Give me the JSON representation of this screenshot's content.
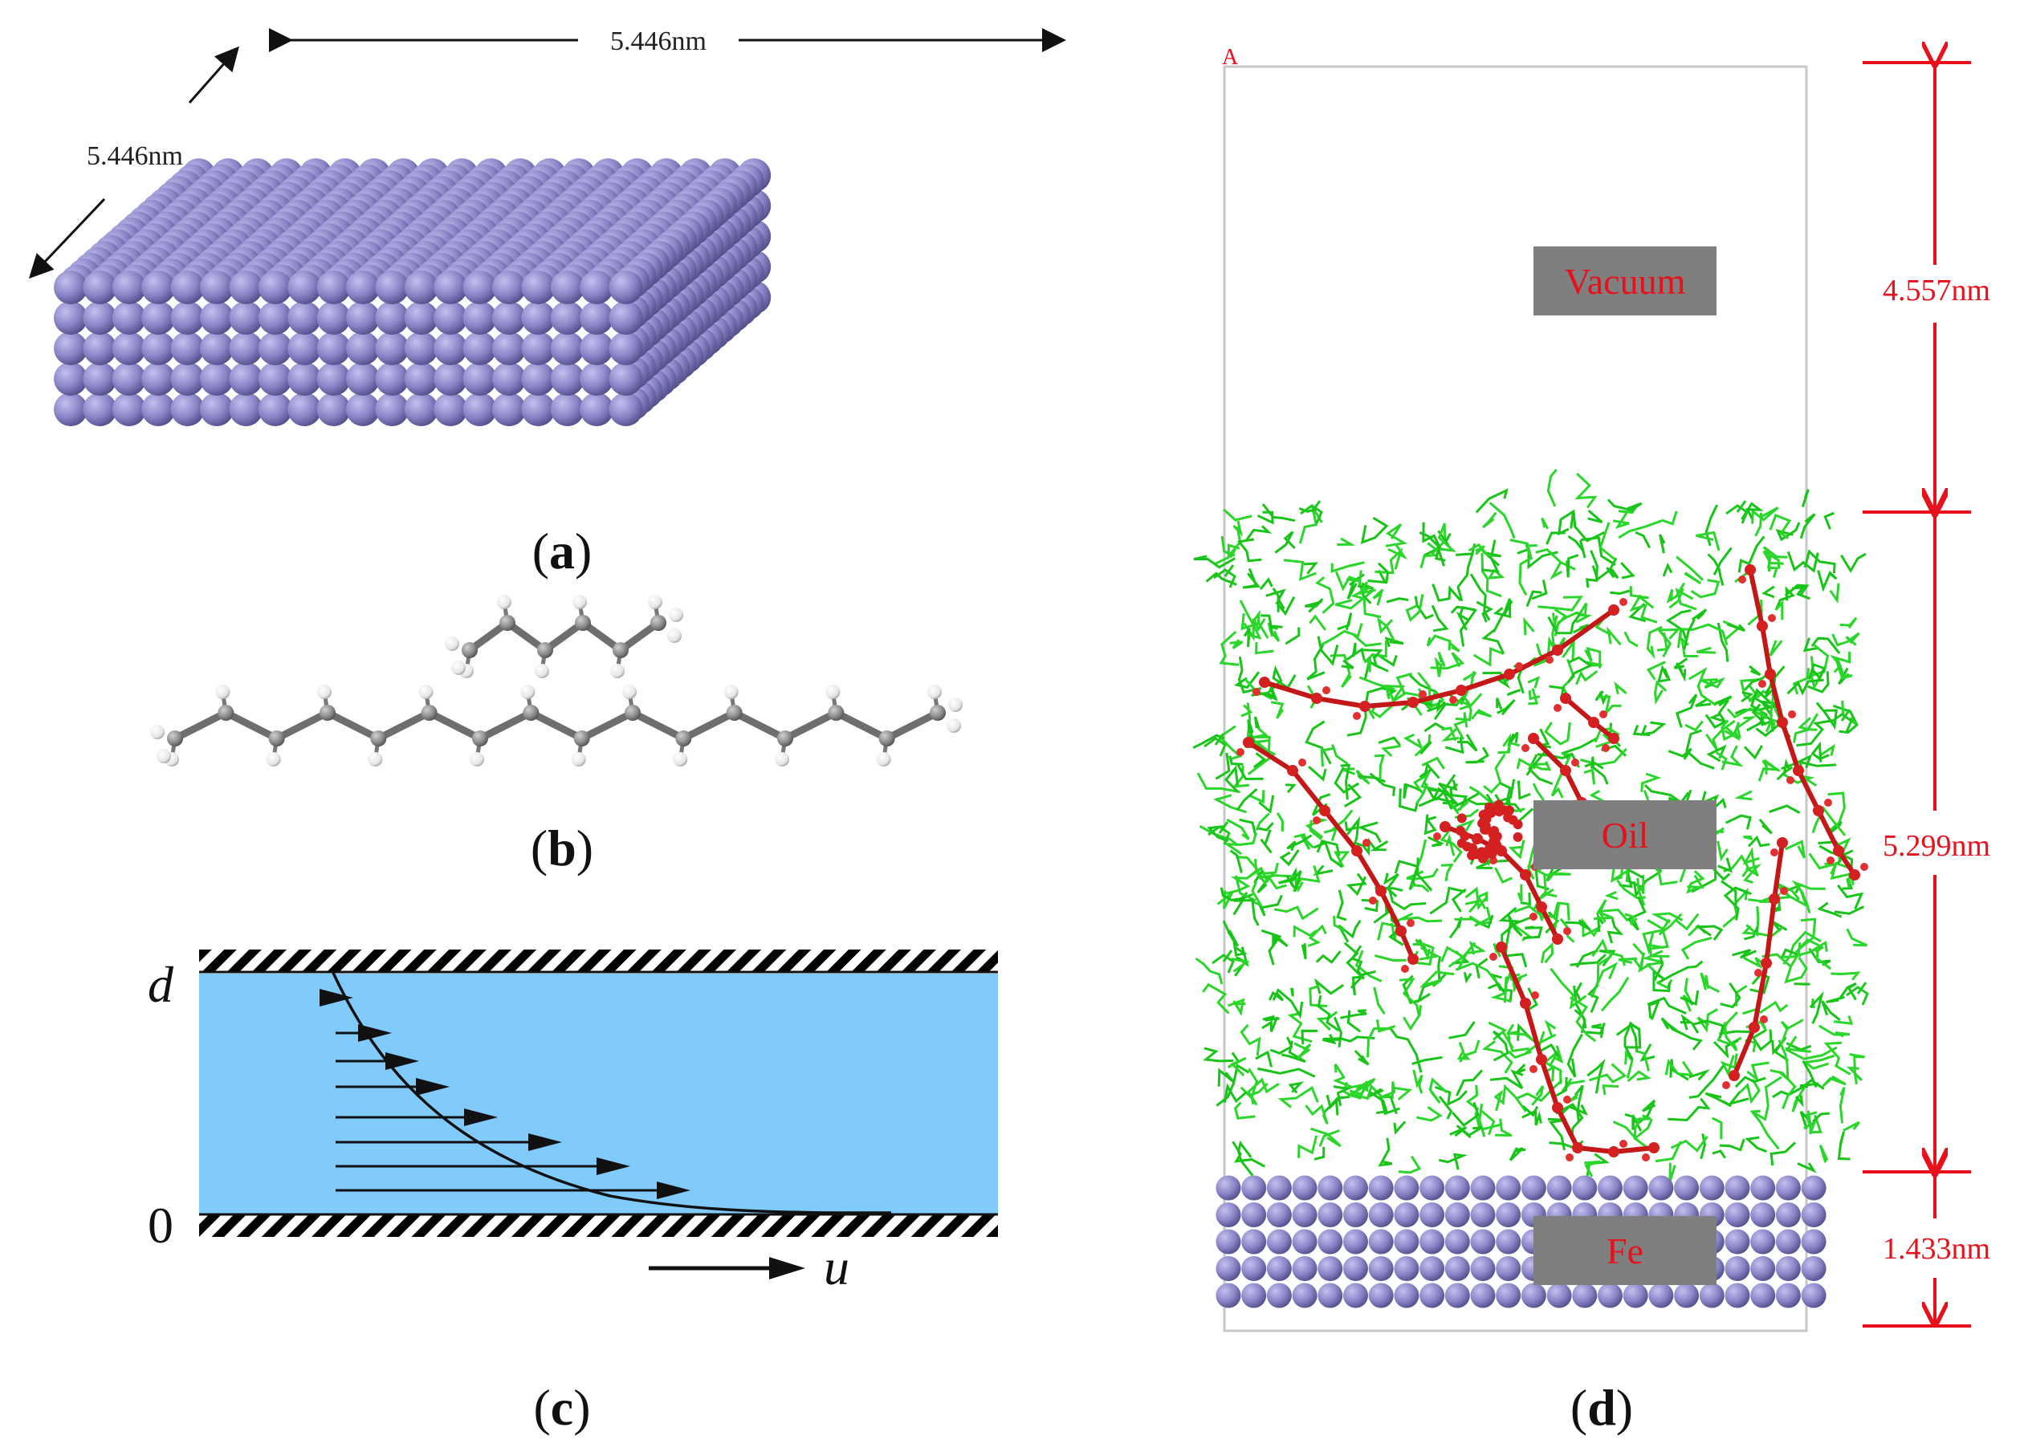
{
  "panels": {
    "a": {
      "label": "(a)",
      "letter": "a",
      "width_dim": "5.446nm",
      "depth_dim": "5.446nm"
    },
    "b": {
      "label": "(b)",
      "letter": "b"
    },
    "c": {
      "label": "(c)",
      "letter": "c",
      "top_label": "d",
      "bottom_label": "0",
      "velocity_label": "u"
    },
    "d": {
      "label": "(d)",
      "letter": "d",
      "corner_mark": "A",
      "vacuum_label": "Vacuum",
      "oil_label": "Oil",
      "fe_label": "Fe",
      "dim_vacuum": "4.557nm",
      "dim_oil": "5.299nm",
      "dim_fe": "1.433nm"
    }
  },
  "colors": {
    "atom_fe": "#8a86c8",
    "atom_fe_dark": "#5a5694",
    "fluid": "#80cbfb",
    "oil_green": "#1fc81f",
    "additive_red": "#d42020",
    "dimension_red": "#e8101a",
    "label_box": "#7f7f7f",
    "carbon": "#8a8a8a",
    "hydrogen": "#f4f4f4"
  }
}
